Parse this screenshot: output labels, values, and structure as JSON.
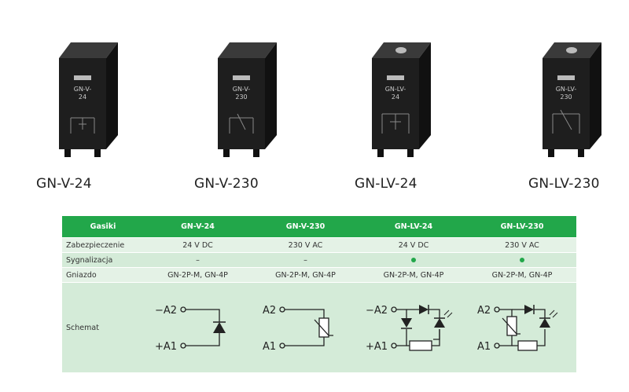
{
  "products": [
    {
      "name": "GN-V-24",
      "face_lines": [
        "GN-V-",
        "24"
      ],
      "has_led": false
    },
    {
      "name": "GN-V-230",
      "face_lines": [
        "GN-V-",
        "230"
      ],
      "has_led": false
    },
    {
      "name": "GN-LV-24",
      "face_lines": [
        "GN-LV-",
        "24"
      ],
      "has_led": true
    },
    {
      "name": "GN-LV-230",
      "face_lines": [
        "GN-LV-",
        "230"
      ],
      "has_led": true
    }
  ],
  "table": {
    "header": [
      "Gasiki",
      "GN-V-24",
      "GN-V-230",
      "GN-LV-24",
      "GN-LV-230"
    ],
    "rows": [
      {
        "label": "Zabezpieczenie",
        "values": [
          "24 V DC",
          "230 V AC",
          "24 V DC",
          "230 V AC"
        ]
      },
      {
        "label": "Sygnalizacja",
        "values": [
          "–",
          "–",
          "",
          ""
        ]
      },
      {
        "label": "Gniazdo",
        "values": [
          "GN-2P-M, GN-4P",
          "GN-2P-M, GN-4P",
          "GN-2P-M, GN-4P",
          "GN-2P-M, GN-4P"
        ]
      }
    ],
    "schema_label": "Schemat",
    "schematics": [
      {
        "top": "−A2",
        "bottom": "+A1"
      },
      {
        "top": "A2",
        "bottom": "A1"
      },
      {
        "top": "−A2",
        "bottom": "+A1"
      },
      {
        "top": "A2",
        "bottom": "A1"
      }
    ]
  },
  "colors": {
    "header_green": "#22a74a",
    "row_light": "#e4f2e6",
    "row_mid": "#d4ebd8",
    "module_body": "#1e1e1e"
  }
}
